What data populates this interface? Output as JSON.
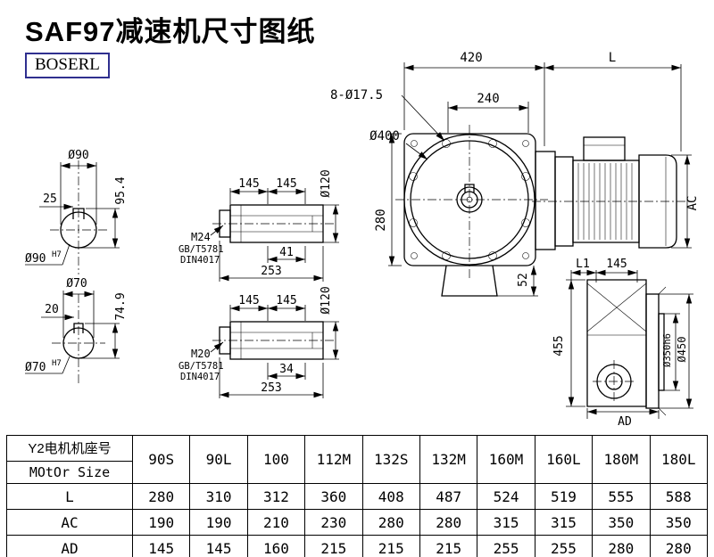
{
  "title": "SAF97减速机尺寸图纸",
  "logo": "BOSERL",
  "dims": {
    "bore1": {
      "dia": "Ø90",
      "key_w": "25",
      "h": "95.4",
      "fit": "Ø90",
      "fit_sup": "H7"
    },
    "bore2": {
      "dia": "Ø70",
      "key_w": "20",
      "h": "74.9",
      "fit": "Ø70",
      "fit_sup": "H7"
    },
    "shaft1": {
      "s1": "145",
      "s2": "145",
      "dia": "Ø120",
      "thread": "M24",
      "std1": "GB/T5781",
      "std2": "DIN4017",
      "key_l": "41",
      "total": "253"
    },
    "shaft2": {
      "s1": "145",
      "s2": "145",
      "dia": "Ø120",
      "thread": "M20",
      "std1": "GB/T5781",
      "std2": "DIN4017",
      "key_l": "34",
      "total": "253"
    },
    "front": {
      "w420": "420",
      "L": "L",
      "holes": "8-Ø17.5",
      "w240": "240",
      "dia400": "Ø400",
      "h280": "280",
      "h52": "52",
      "AC": "AC"
    },
    "side": {
      "L1": "L1",
      "w145": "145",
      "h455": "455",
      "dia350": "Ø350h6",
      "dia450": "Ø450",
      "AD": "AD"
    }
  },
  "table": {
    "header": {
      "line1": "Y2电机机座号",
      "line2": "MOtOr Size"
    },
    "columns": [
      "90S",
      "90L",
      "100",
      "112M",
      "132S",
      "132M",
      "160M",
      "160L",
      "180M",
      "180L"
    ],
    "rows": [
      {
        "label": "L",
        "values": [
          "280",
          "310",
          "312",
          "360",
          "408",
          "487",
          "524",
          "519",
          "555",
          "588"
        ]
      },
      {
        "label": "AC",
        "values": [
          "190",
          "190",
          "210",
          "230",
          "280",
          "280",
          "315",
          "315",
          "350",
          "350"
        ]
      },
      {
        "label": "AD",
        "values": [
          "145",
          "145",
          "160",
          "215",
          "215",
          "215",
          "255",
          "255",
          "280",
          "280"
        ]
      }
    ]
  }
}
